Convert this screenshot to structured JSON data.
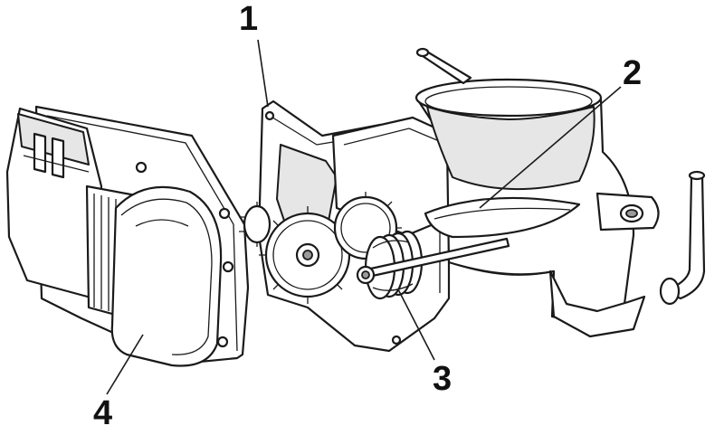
{
  "diagram": {
    "callouts": {
      "c1": "1",
      "c2": "2",
      "c3": "3",
      "c4": "4"
    }
  },
  "colors": {
    "line": "#1a1a1a",
    "fill": "#ffffff",
    "shade": "#e6e6e6",
    "dark": "#9a9a9a"
  }
}
